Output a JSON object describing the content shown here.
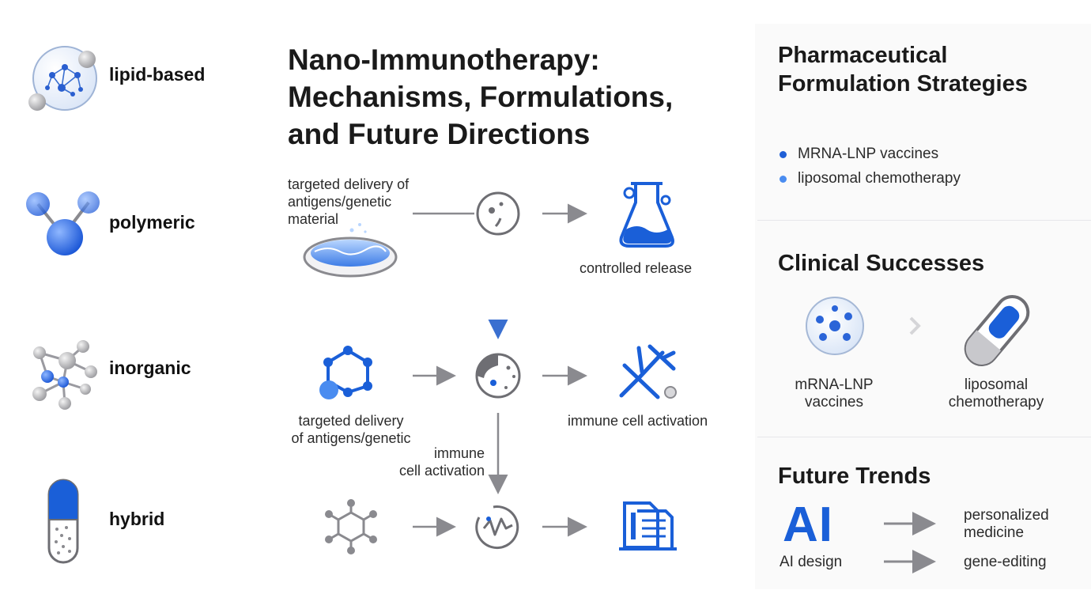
{
  "header": {
    "title_lines": [
      "Nano-Immunotherapy:",
      "Mechanisms, Formulations,",
      "and Future Directions"
    ]
  },
  "nanoparticle_types": [
    {
      "label": "lipid-based",
      "icon": "lipid-nanoparticle-icon"
    },
    {
      "label": "polymeric",
      "icon": "polymer-molecule-icon"
    },
    {
      "label": "inorganic",
      "icon": "inorganic-cluster-icon"
    },
    {
      "label": "hybrid",
      "icon": "capsule-icon"
    }
  ],
  "mechanisms": {
    "top_left_text": [
      "targeted delivery of",
      "antigens/genetic",
      "material"
    ],
    "controlled_release": "controlled release",
    "mid_left_text": [
      "targeted delivery",
      "of antigens/genetic"
    ],
    "immune_activation_right": "immune cell activation",
    "immune_activation_lower": [
      "immune",
      "cell activation"
    ]
  },
  "formulation": {
    "title_lines": [
      "Pharmaceutical",
      "Formulation Strategies"
    ],
    "items": [
      "MRNA-LNP vaccines",
      "liposomal chemotherapy"
    ]
  },
  "clinical": {
    "title": "Clinical Successes",
    "items": [
      {
        "lines": [
          "mRNA-LNP",
          "vaccines"
        ]
      },
      {
        "lines": [
          "liposomal",
          "chemotherapy"
        ]
      }
    ]
  },
  "future": {
    "title": "Future Trends",
    "ai_logo": "AI",
    "ai_caption": "AI design",
    "outcomes": [
      {
        "lines": [
          "personalized",
          "medicine"
        ]
      },
      {
        "lines": [
          "gene-editing"
        ]
      }
    ]
  },
  "colors": {
    "accent": "#1a5fd8",
    "gray": "#7d7d82",
    "text": "#1a1a1a"
  }
}
